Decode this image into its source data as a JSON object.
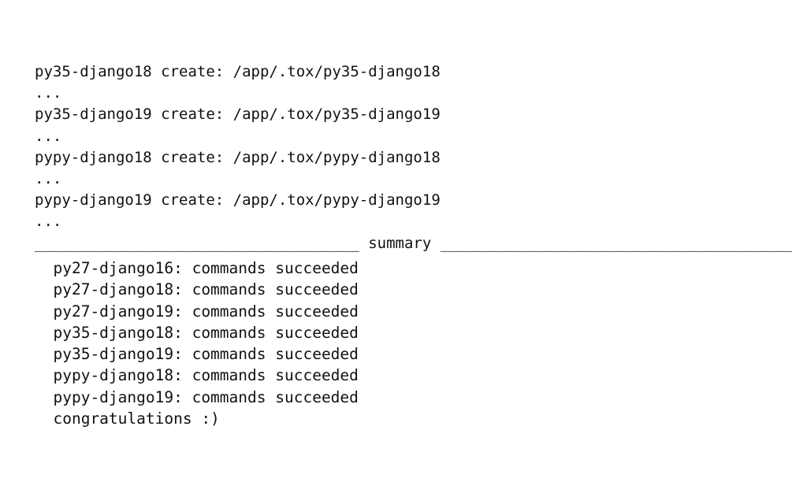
{
  "terminal": {
    "background_color": "#ffffff",
    "text_color": "#111111",
    "log_lines": [
      "py35-django18 create: /app/.tox/py35-django18",
      "...",
      "py35-django19 create: /app/.tox/py35-django19",
      "...",
      "pypy-django18 create: /app/.tox/pypy-django18",
      "...",
      "pypy-django19 create: /app/.tox/pypy-django19",
      "..."
    ],
    "separator": {
      "left_rule": "____________________________________",
      "label": " summary ",
      "right_rule": "_______________________________________",
      "full": "____________________________________ summary _______________________________________"
    },
    "summary_lines": [
      "  py27-django16: commands succeeded",
      "  py27-django18: commands succeeded",
      "  py27-django19: commands succeeded",
      "  py35-django18: commands succeeded",
      "  py35-django19: commands succeeded",
      "  pypy-django18: commands succeeded",
      "  pypy-django19: commands succeeded",
      "  congratulations :)"
    ]
  }
}
